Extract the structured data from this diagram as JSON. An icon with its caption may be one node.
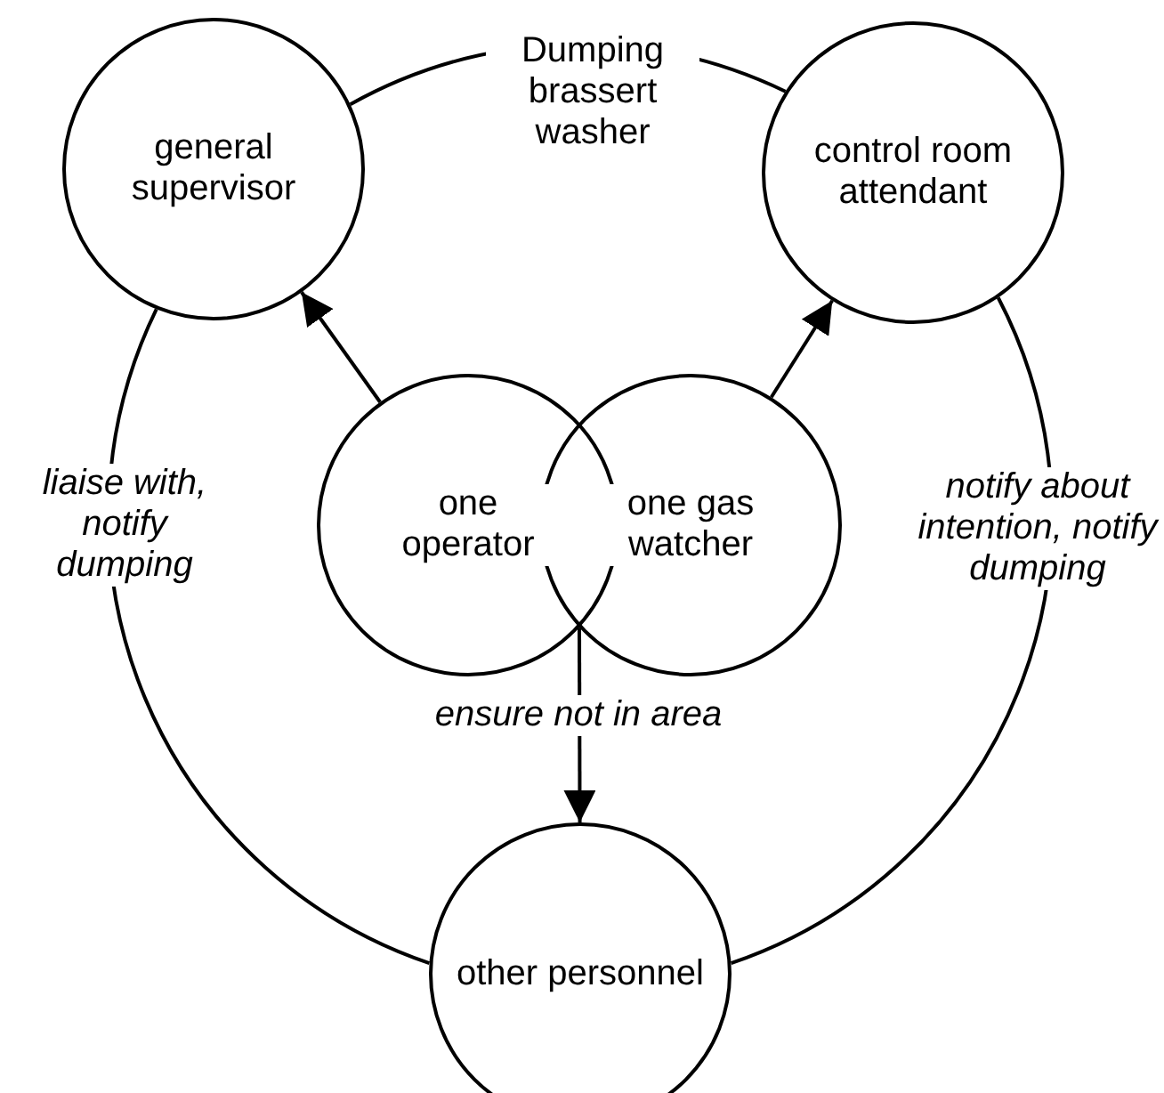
{
  "diagram": {
    "nodes": [
      {
        "text": [
          "general supervisor"
        ]
      },
      {
        "text": [
          "control room attendant"
        ]
      },
      {
        "text": [
          "one operator"
        ]
      },
      {
        "text": [
          "one gas watcher"
        ]
      },
      {
        "text": [
          "other personnel"
        ]
      }
    ],
    "edges": [
      {
        "from": 0,
        "to": 1,
        "arrow": "none",
        "label": "Dumping brassert washer"
      },
      {
        "from": 2,
        "to": 0,
        "arrow": "to"
      },
      {
        "from": 3,
        "to": 1,
        "arrow": "to"
      },
      {
        "from": 0,
        "to": 4,
        "arrow": "none",
        "label": "liaise with, notify dumping"
      },
      {
        "from": 1,
        "to": 4,
        "arrow": "none",
        "label": "notify about intention, notify dumping"
      },
      {
        "from": 2,
        "to": 4,
        "arrow": "to",
        "label": "ensure not in area"
      },
      {
        "from": 3,
        "to": 4,
        "arrow": "to"
      }
    ]
  }
}
